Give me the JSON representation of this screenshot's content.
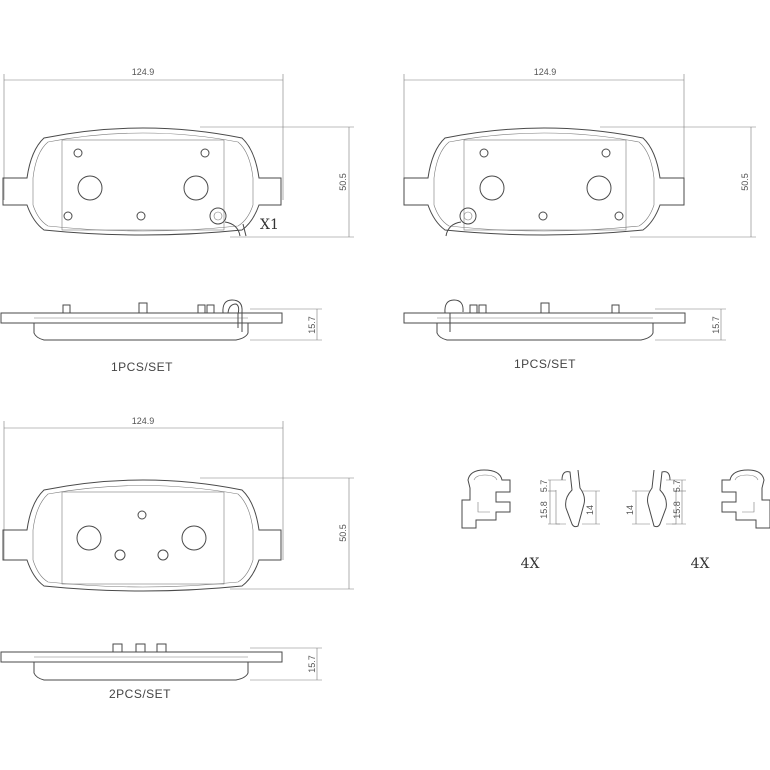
{
  "pad_top_left": {
    "width_dim": "124.9",
    "height_dim": "50.5",
    "sensor_marker": "X1",
    "side_thickness_dim": "15.7",
    "quantity_label": "1PCS/SET"
  },
  "pad_top_right": {
    "width_dim": "124.9",
    "height_dim": "50.5",
    "side_thickness_dim": "15.7",
    "quantity_label": "1PCS/SET"
  },
  "pad_bottom": {
    "width_dim": "124.9",
    "height_dim": "50.5",
    "side_thickness_dim": "15.7",
    "quantity_label": "2PCS/SET"
  },
  "clip_left": {
    "dim_top": "5.7",
    "dim_mid": "15.8",
    "dim_inner": "14",
    "quantity": "4X"
  },
  "clip_right": {
    "dim_inner": "14",
    "dim_mid": "15.8",
    "dim_top": "5.7",
    "quantity": "4X"
  }
}
